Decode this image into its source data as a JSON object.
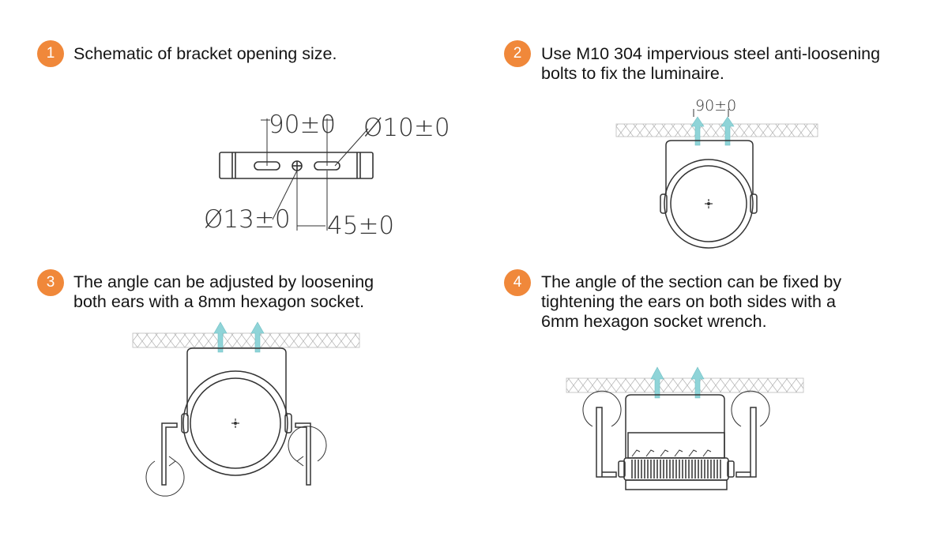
{
  "colors": {
    "badge": "#f0883a",
    "arrow": "#8fd4d8",
    "line": "#333333"
  },
  "steps": [
    {
      "number": "1",
      "lines": [
        "Schematic of bracket opening size."
      ]
    },
    {
      "number": "2",
      "lines": [
        "Use M10 304 impervious steel anti-loosening",
        "bolts to fix the luminaire."
      ]
    },
    {
      "number": "3",
      "lines": [
        "The angle can be adjusted by loosening",
        "both ears with a 8mm hexagon socket."
      ]
    },
    {
      "number": "4",
      "lines": [
        "The angle of the section can be fixed by",
        "tightening the ears on both sides with a",
        "6mm hexagon socket wrench."
      ]
    }
  ],
  "dimensions": {
    "slot_spacing": "90±0",
    "slot_diameter": "Ø10±0",
    "center_hole": "Ø13±0",
    "offset": "45±0"
  }
}
